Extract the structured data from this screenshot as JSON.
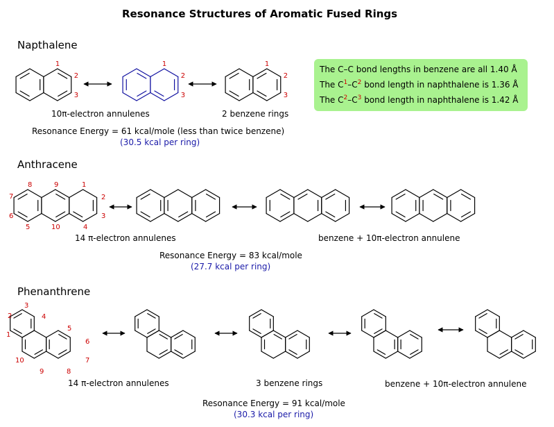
{
  "title": "Resonance Structures of Aromatic Fused Rings",
  "naphthalene": {
    "heading": "Napthalene",
    "caption_left": "10π-electron annulenes",
    "caption_right": "2 benzene rings",
    "energy": "Resonance Energy = 61 kcal/mole (less than twice benzene)",
    "per_ring": "(30.5 kcal per ring)",
    "numbers": [
      "1",
      "2",
      "3"
    ]
  },
  "bond_note": {
    "line1": "The C–C bond lengths in benzene are all 1.40 Å",
    "line2_a": "The C",
    "line2_s1": "1",
    "line2_b": "–C",
    "line2_s2": "2",
    "line2_c": " bond length in naphthalene is 1.36 Å",
    "line3_a": "The C",
    "line3_s1": "2",
    "line3_b": "–C",
    "line3_s2": "3",
    "line3_c": " bond length in naphthalene is 1.42 Å",
    "color": "#a9f28f"
  },
  "anthracene": {
    "heading": "Anthracene",
    "caption_left": "14 π-electron annulenes",
    "caption_right": "benzene + 10π-electron annulene",
    "energy": "Resonance Energy = 83 kcal/mole",
    "per_ring": "(27.7 kcal per ring)",
    "numbers": [
      "1",
      "2",
      "3",
      "4",
      "5",
      "6",
      "7",
      "8",
      "9",
      "10"
    ]
  },
  "phenanthrene": {
    "heading": "Phenanthrene",
    "caption_left": "14 π-electron annulenes",
    "caption_mid": "3 benzene rings",
    "caption_right": "benzene + 10π-electron annulene",
    "energy": "Resonance Energy = 91 kcal/mole",
    "per_ring": "(30.3 kcal per ring)",
    "numbers": [
      "1",
      "2",
      "3",
      "4",
      "5",
      "6",
      "7",
      "8",
      "9",
      "10"
    ]
  },
  "colors": {
    "number": "#cc0000",
    "per_ring": "#1a1aa8"
  }
}
